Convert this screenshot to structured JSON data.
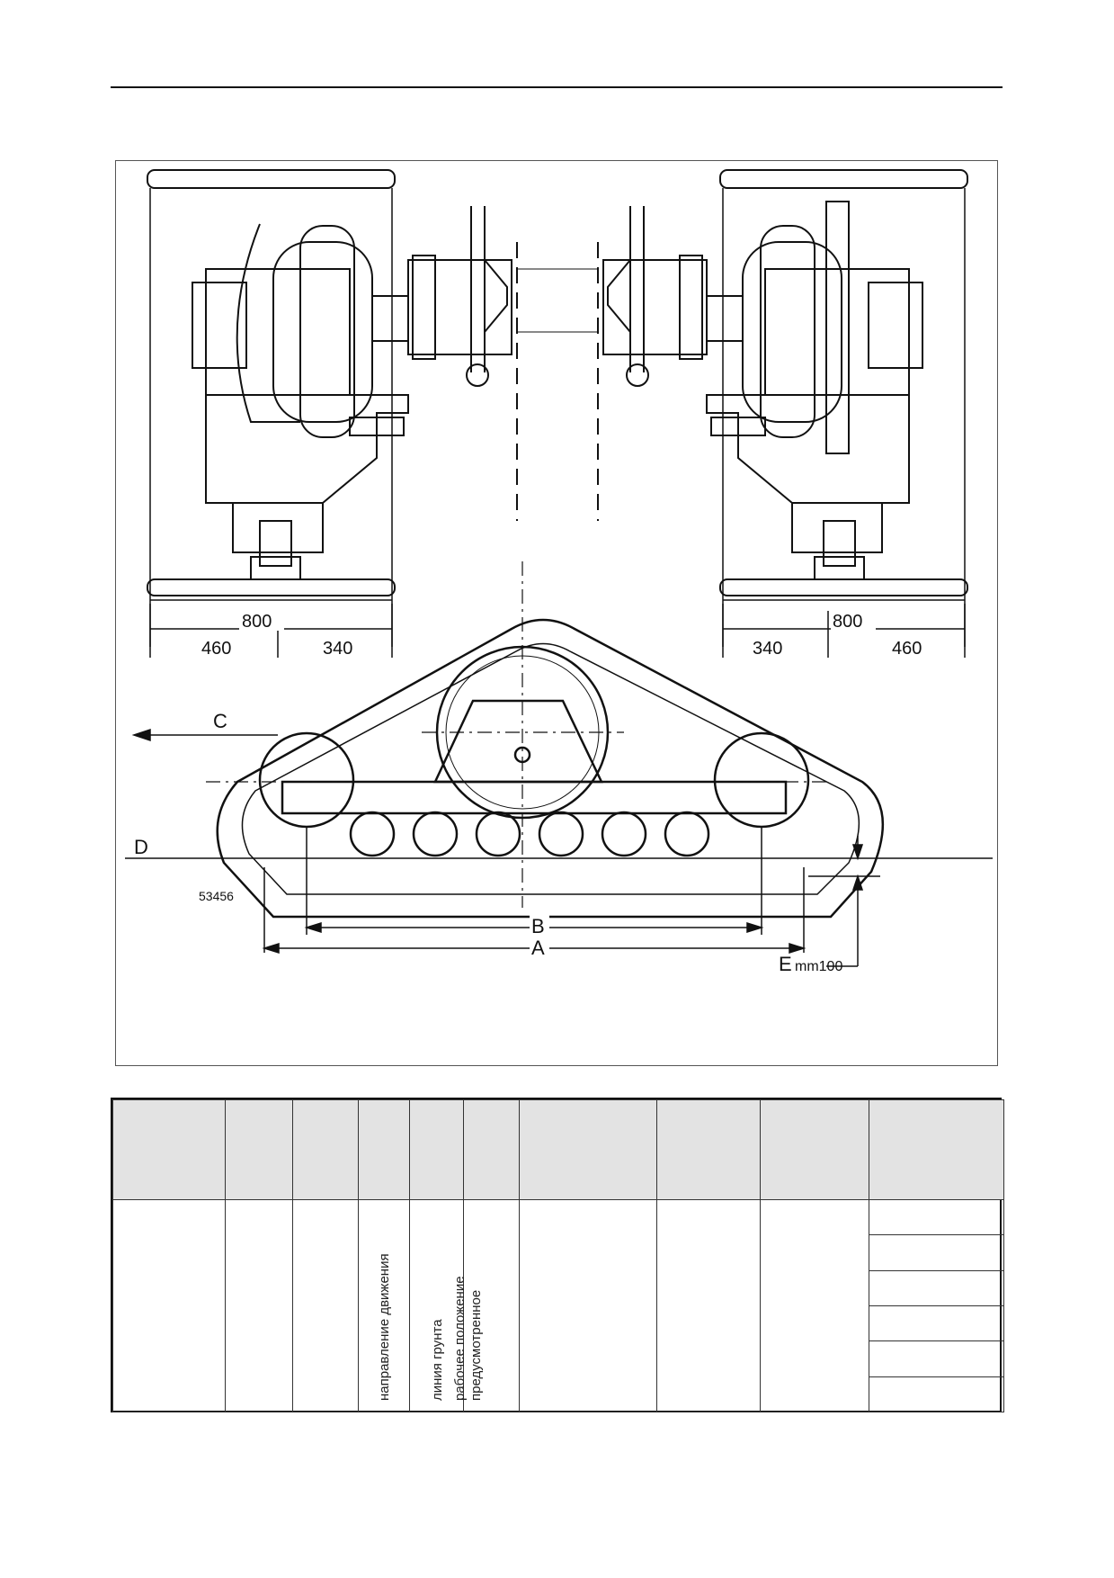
{
  "figure": {
    "dims": {
      "left_total": "800",
      "left_outer": "460",
      "left_inner": "340",
      "right_total": "800",
      "right_inner": "340",
      "right_outer": "460"
    },
    "labels": {
      "C": "C",
      "D": "D",
      "A": "A",
      "B": "B",
      "E": "E",
      "E_value": "mm100"
    },
    "figure_number": "53456"
  },
  "table": {
    "rotated_cells": [
      "направление движения",
      "линия грунта",
      "рабочее положение\nпредусмотренное"
    ]
  }
}
